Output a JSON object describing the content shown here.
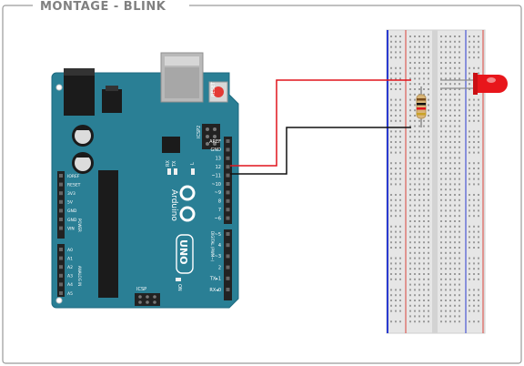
{
  "title": "MONTAGE - BLINK",
  "arduino": {
    "brand": "Arduino",
    "model": "UNO",
    "reset_label": "RESET",
    "icsp2_label": "ICSP2",
    "icsp_label": "ICSP",
    "on_label": "ON",
    "tx_label": "TX",
    "rx_label": "RX",
    "l_label": "L",
    "digital_label": "DIGITAL (PWM~)",
    "power_label": "POWER",
    "analog_label": "ANALOG IN",
    "digital_pins": [
      "AREF",
      "GND",
      "13",
      "12",
      "~11",
      "~10",
      "~9",
      "8",
      "7",
      "~6",
      "~5",
      "4",
      "~3",
      "2",
      "TX▸1",
      "RX◂0"
    ],
    "power_pins": [
      "IOREF",
      "RESET",
      "3V3",
      "5V",
      "GND",
      "GND",
      "VIN"
    ],
    "analog_pins": [
      "A0",
      "A1",
      "A2",
      "A3",
      "A4",
      "A5"
    ]
  },
  "colors": {
    "board": "#2a7f95",
    "board_edge": "#1d6a80",
    "wire_red": "#e0141c",
    "wire_black": "#111111",
    "led": "#e8161b",
    "rail_red": "#d9413a",
    "rail_blue": "#2a3bd0",
    "frame": "#9a9a9a"
  }
}
